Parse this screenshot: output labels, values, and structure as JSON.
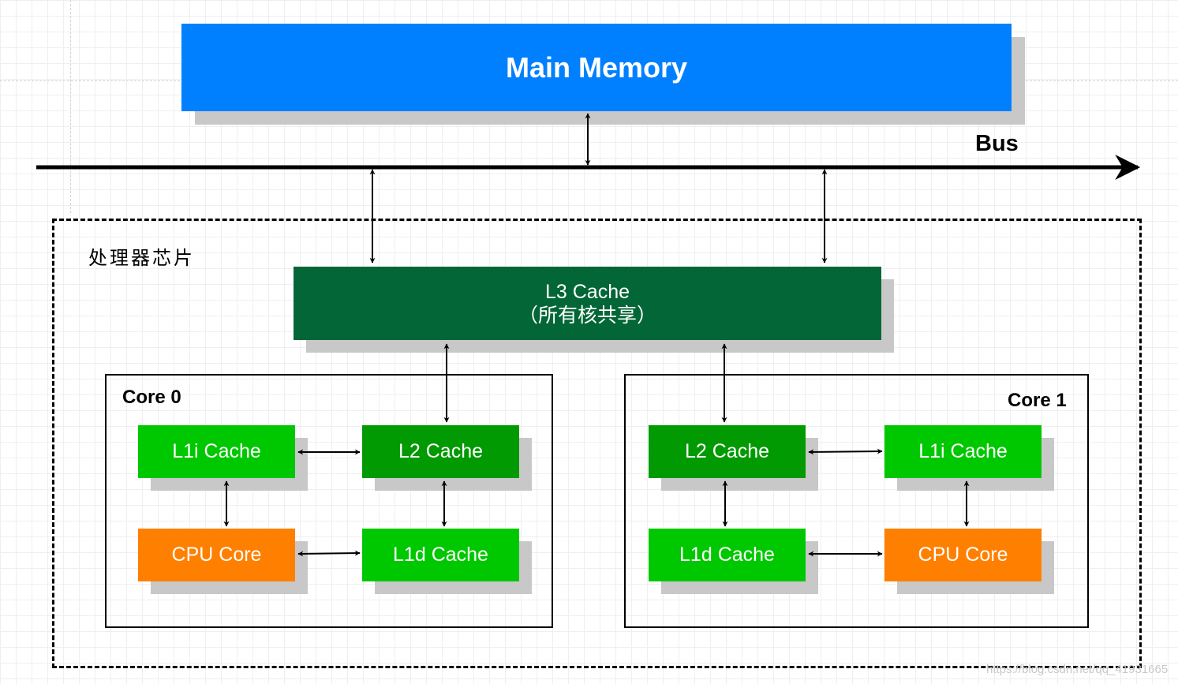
{
  "main_memory": {
    "label": "Main Memory"
  },
  "bus": {
    "label": "Bus"
  },
  "chip": {
    "label": "处理器芯片"
  },
  "l3": {
    "line1": "L3  Cache",
    "line2": "（所有核共享）"
  },
  "core0": {
    "label": "Core 0",
    "l1i": "L1i  Cache",
    "l2": "L2  Cache",
    "cpu": "CPU Core",
    "l1d": "L1d  Cache"
  },
  "core1": {
    "label": "Core 1",
    "l2": "L2  Cache",
    "l1i": "L1i  Cache",
    "l1d": "L1d  Cache",
    "cpu": "CPU Core"
  },
  "watermark": "https://blog.csdn.net/qq_41931665",
  "colors": {
    "main_memory": "#0080ff",
    "l3_cache": "#026636",
    "l2_cache": "#029a02",
    "l1_cache": "#00c800",
    "cpu_core": "#ff8000",
    "shadow": "#c8c8c8"
  }
}
